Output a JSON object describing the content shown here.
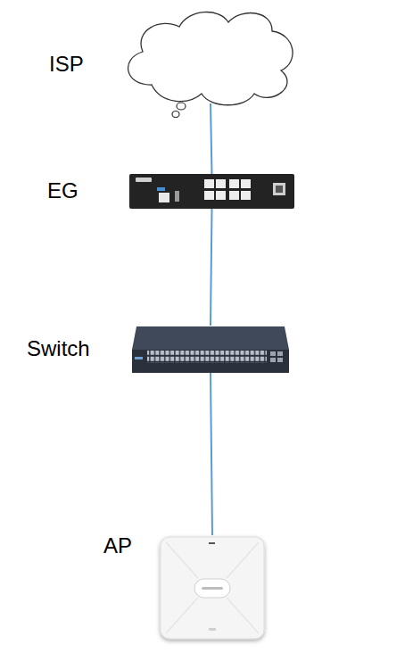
{
  "diagram": {
    "nodes": [
      {
        "text": [
          "ISP"
        ]
      },
      {
        "text": [
          "EG"
        ]
      },
      {
        "text": [
          "Switch"
        ]
      },
      {
        "text": [
          "AP"
        ]
      }
    ],
    "edges": [
      {
        "from": 0,
        "to": 1,
        "arrow": "none"
      },
      {
        "from": 1,
        "to": 2,
        "arrow": "none"
      },
      {
        "from": 2,
        "to": 3,
        "arrow": "none"
      }
    ]
  }
}
